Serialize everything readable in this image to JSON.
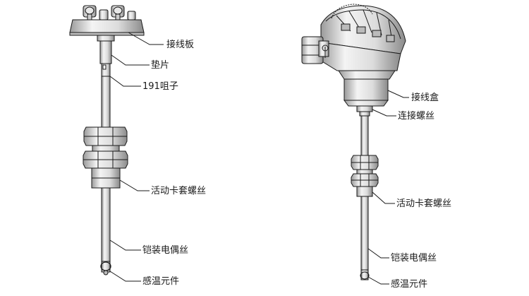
{
  "left_assembly": {
    "labels": {
      "terminal_board": "接线板",
      "gasket": "垫片",
      "plug": "191咀子",
      "ferrule_thread": "活动卡套螺丝",
      "sheathed_thermocouple": "铠装电偶丝",
      "sensing_element": "感温元件"
    }
  },
  "right_assembly": {
    "labels": {
      "junction_box": "接线盒",
      "connecting_thread": "连接螺丝",
      "ferrule_thread": "活动卡套螺丝",
      "sheathed_thermocouple": "铠装电偶丝",
      "sensing_element": "感温元件"
    }
  },
  "colors": {
    "line": "#1a1a1a",
    "metal_light": "#f2f2f2",
    "metal_mid": "#cfcfcf",
    "metal_dark": "#8c8c8c"
  }
}
